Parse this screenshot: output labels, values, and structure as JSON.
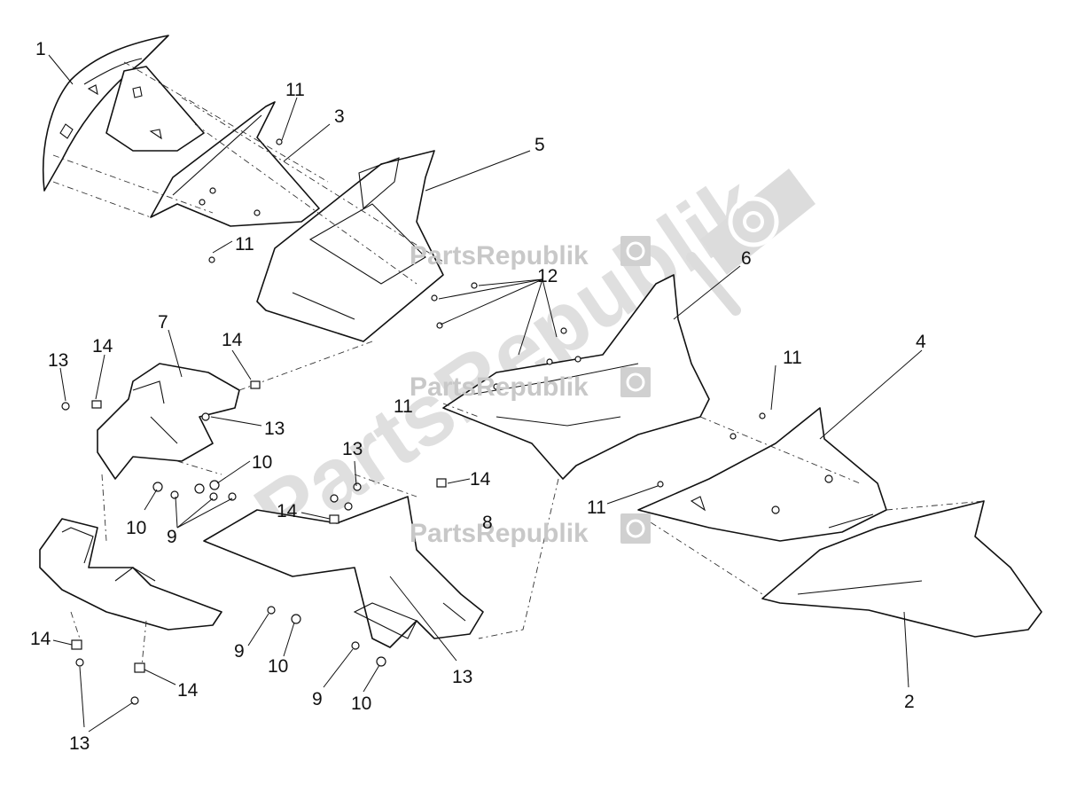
{
  "watermark": {
    "brand": "PartsRepublik",
    "gear_icon": "gear-icon",
    "color": "#c8c8c8"
  },
  "callouts": [
    {
      "text": "1"
    },
    {
      "text": "11"
    },
    {
      "text": "3"
    },
    {
      "text": "11"
    },
    {
      "text": "5"
    },
    {
      "text": "12"
    },
    {
      "text": "6"
    },
    {
      "text": "7"
    },
    {
      "text": "14"
    },
    {
      "text": "14"
    },
    {
      "text": "13"
    },
    {
      "text": "13"
    },
    {
      "text": "11"
    },
    {
      "text": "11"
    },
    {
      "text": "4"
    },
    {
      "text": "10"
    },
    {
      "text": "10"
    },
    {
      "text": "9"
    },
    {
      "text": "13"
    },
    {
      "text": "14"
    },
    {
      "text": "14"
    },
    {
      "text": "8"
    },
    {
      "text": "11"
    },
    {
      "text": "9"
    },
    {
      "text": "10"
    },
    {
      "text": "9"
    },
    {
      "text": "10"
    },
    {
      "text": "13"
    },
    {
      "text": "14"
    },
    {
      "text": "14"
    },
    {
      "text": "13"
    },
    {
      "text": "2"
    }
  ]
}
